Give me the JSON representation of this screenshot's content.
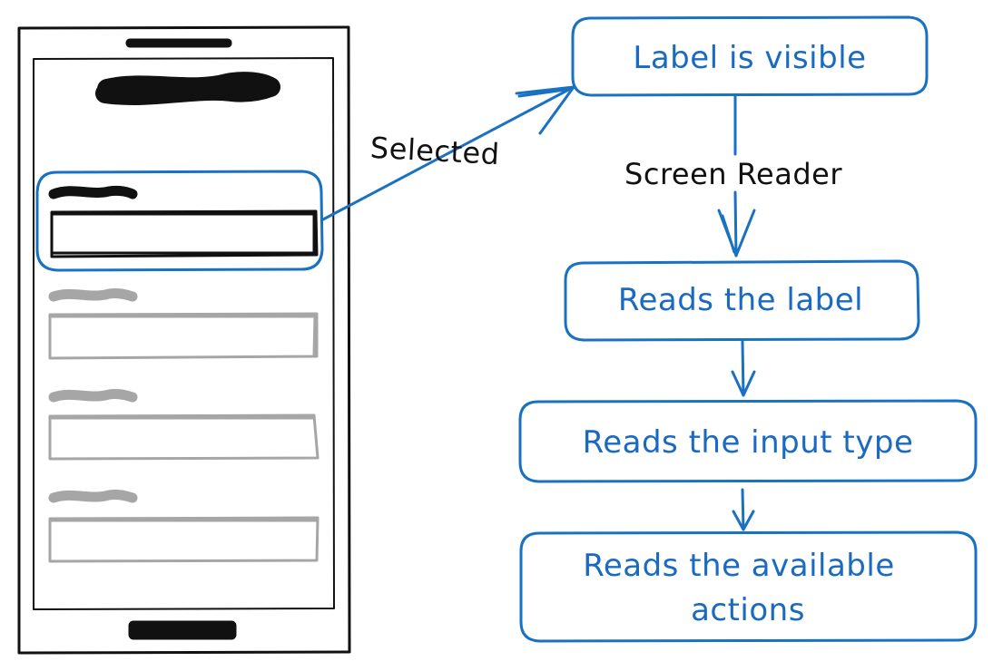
{
  "colors": {
    "accent": "#1971c2",
    "ink": "#111111",
    "muted": "#a6a6a6"
  },
  "edges": {
    "selected": "Selected",
    "screen_reader": "Screen Reader"
  },
  "nodes": {
    "label_visible": "Label is visible",
    "reads_label": "Reads the label",
    "reads_input_type": "Reads the input type",
    "reads_actions_line1": "Reads the available",
    "reads_actions_line2": "actions"
  }
}
